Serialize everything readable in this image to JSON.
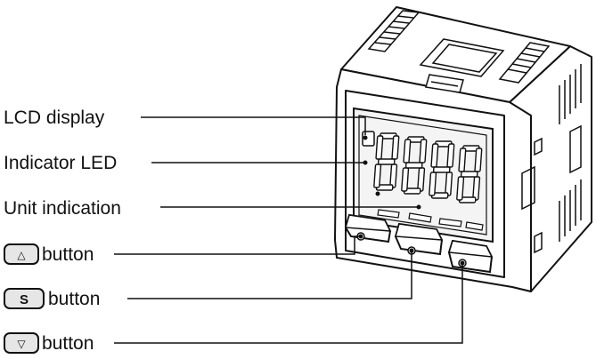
{
  "labels": {
    "lcd": "LCD display",
    "led": "Indicator LED",
    "unit": "Unit indication",
    "up_button": "button",
    "set_button": "button",
    "down_button": "button"
  },
  "keys": {
    "up_symbol": "△",
    "set_symbol": "S",
    "down_symbol": "▽"
  },
  "display": {
    "readout": "8888"
  },
  "colors": {
    "line": "#111111",
    "body_fill": "#ffffff",
    "lcd_fill": "#f4f4f4",
    "segment_fill": "#ffffff",
    "key_fill": "#e6e6e6"
  }
}
